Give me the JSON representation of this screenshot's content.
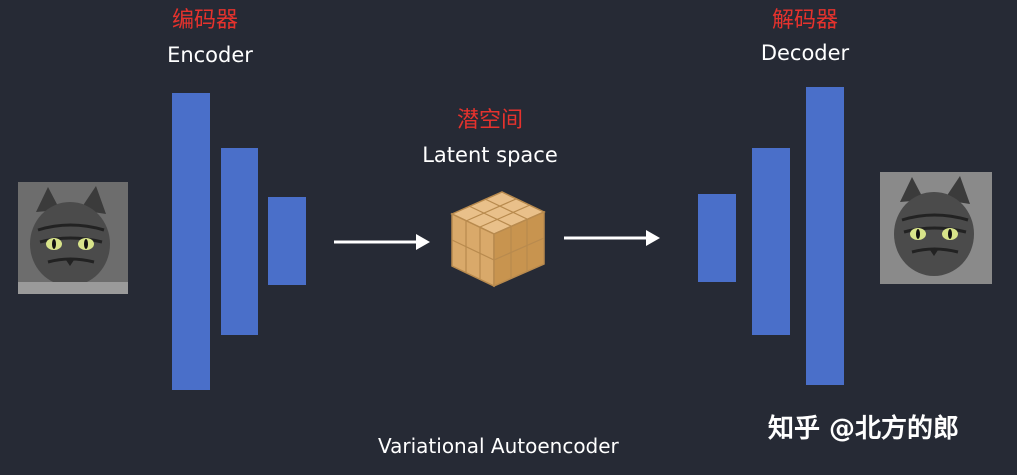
{
  "encoder": {
    "label_zh": "编码器",
    "label_en": "Encoder"
  },
  "latent": {
    "label_zh": "潜空间",
    "label_en": "Latent space"
  },
  "decoder": {
    "label_zh": "解码器",
    "label_en": "Decoder"
  },
  "footer": {
    "title": "Variational Autoencoder"
  },
  "watermark": {
    "text": "知乎 @北方的郎"
  },
  "colors": {
    "background": "#262a35",
    "bar": "#4a6fc9",
    "label_zh": "#e5322d",
    "label_en": "#ffffff",
    "cube": "#d9a96a"
  },
  "icons": {
    "input_image": "cat-photo-icon",
    "output_image": "cat-photo-icon",
    "latent": "cube-icon",
    "arrows": "arrow-right-icon"
  }
}
